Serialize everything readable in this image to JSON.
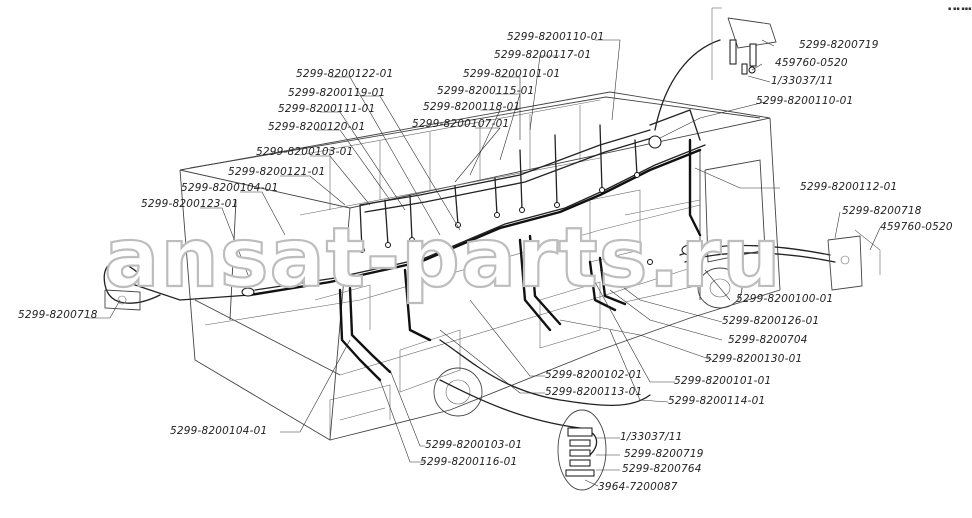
{
  "watermark": "ansat-parts.ru",
  "corner_mark": "▪ ▪▪ ▪▪▪",
  "callouts": [
    "5299-8200110-01",
    "5299-8200117-01",
    "5299-8200122-01",
    "5299-8200101-01",
    "5299-8200119-01",
    "5299-8200115-01",
    "5299-8200111-01",
    "5299-8200118-01",
    "5299-8200107-01",
    "5299-8200120-01",
    "5299-8200103-01",
    "5299-8200121-01",
    "5299-8200104-01",
    "5299-8200123-01",
    "5299-8200718",
    "5299-8200719",
    "459760-0520",
    "1/33037/11",
    "5299-8200110-01",
    "5299-8200112-01",
    "5299-8200718",
    "459760-0520",
    "5299-8200100-01",
    "5299-8200126-01",
    "5299-8200704",
    "5299-8200130-01",
    "5299-8200102-01",
    "5299-8200101-01",
    "5299-8200113-01",
    "5299-8200114-01",
    "5299-8200104-01",
    "5299-8200103-01",
    "5299-8200116-01",
    "1/33037/11",
    "5299-8200719",
    "5299-8200764",
    "3964-7200087"
  ]
}
